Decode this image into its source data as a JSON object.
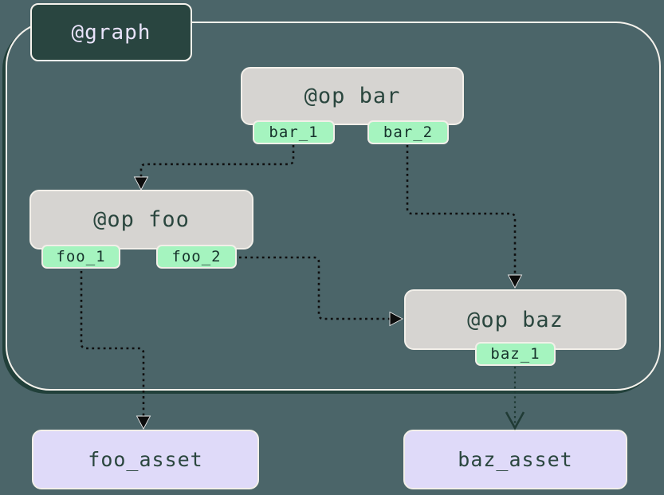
{
  "graph": {
    "label": "@graph"
  },
  "nodes": {
    "bar": {
      "title": "@op bar",
      "outputs": [
        "bar_1",
        "bar_2"
      ]
    },
    "foo": {
      "title": "@op foo",
      "outputs": [
        "foo_1",
        "foo_2"
      ]
    },
    "baz": {
      "title": "@op baz",
      "outputs": [
        "baz_1"
      ]
    }
  },
  "assets": {
    "foo": {
      "label": "foo_asset"
    },
    "baz": {
      "label": "baz_asset"
    }
  },
  "edges": [
    {
      "from": "bar_1",
      "to": "op foo",
      "arrow": "solid"
    },
    {
      "from": "bar_2",
      "to": "op baz",
      "arrow": "solid"
    },
    {
      "from": "foo_2",
      "to": "op baz",
      "arrow": "solid"
    },
    {
      "from": "foo_1",
      "to": "foo_asset",
      "arrow": "solid"
    },
    {
      "from": "baz_1",
      "to": "baz_asset",
      "arrow": "open"
    }
  ],
  "colors": {
    "background": "#4b6569",
    "graph_boundary_border": "#f5f2ec",
    "graph_boundary_shadow": "#21403a",
    "graph_label_fill": "#294540",
    "graph_label_text": "#e9e3fb",
    "op_node_fill": "#d6d4d1",
    "op_node_text": "#2a463e",
    "output_tag_fill": "#a5f4bf",
    "output_tag_text": "#17332c",
    "asset_fill": "#dfdaf9",
    "asset_text": "#2a463e",
    "edge_stroke": "#0f0f0f"
  }
}
